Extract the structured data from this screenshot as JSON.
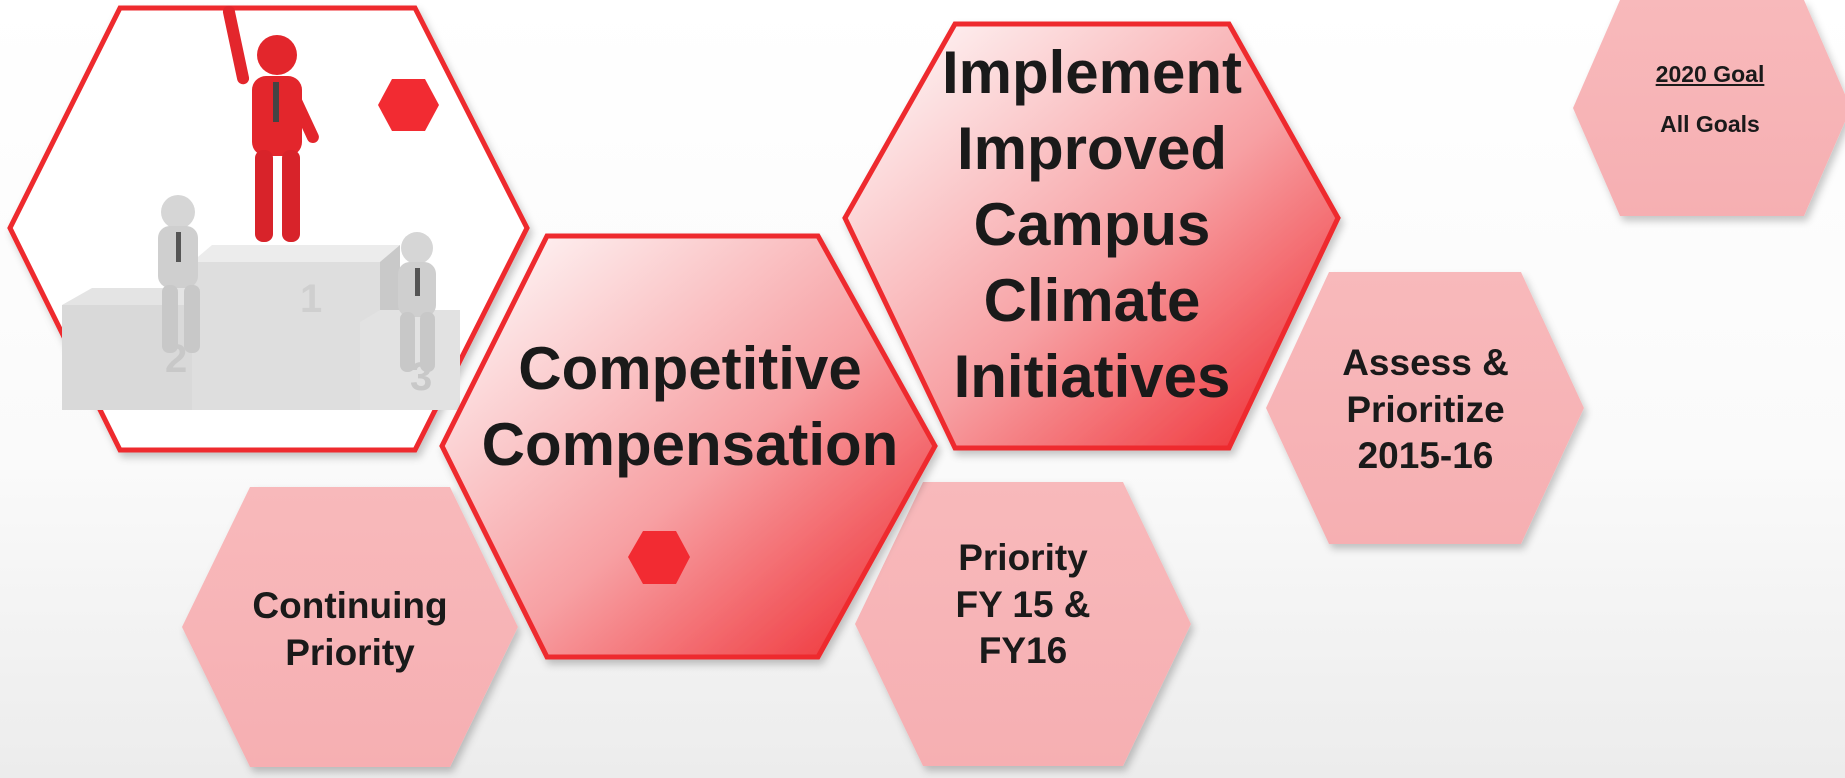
{
  "goal_badge": {
    "title": "2020 Goal",
    "subtitle": "All Goals"
  },
  "main_goals": {
    "campus_climate": [
      "Implement",
      "Improved",
      "Campus Climate",
      "Initiatives"
    ],
    "compensation": [
      "Competitive",
      "Compensation"
    ]
  },
  "status_hexes": {
    "continuing": [
      "Continuing",
      "Priority"
    ],
    "fy": [
      "Priority",
      "FY 15 &",
      "FY16"
    ],
    "assess": [
      "Assess &",
      "Prioritize",
      "2015-16"
    ]
  },
  "illustration": {
    "podium_label": "Winner on podium with two dejected figures",
    "icon": "podium-winner-icon"
  },
  "colors": {
    "accent_red": "#ee2a2e",
    "dot_red": "#f22b32",
    "pale_hex": "#f7b4b6",
    "text": "#1a1a1a"
  }
}
